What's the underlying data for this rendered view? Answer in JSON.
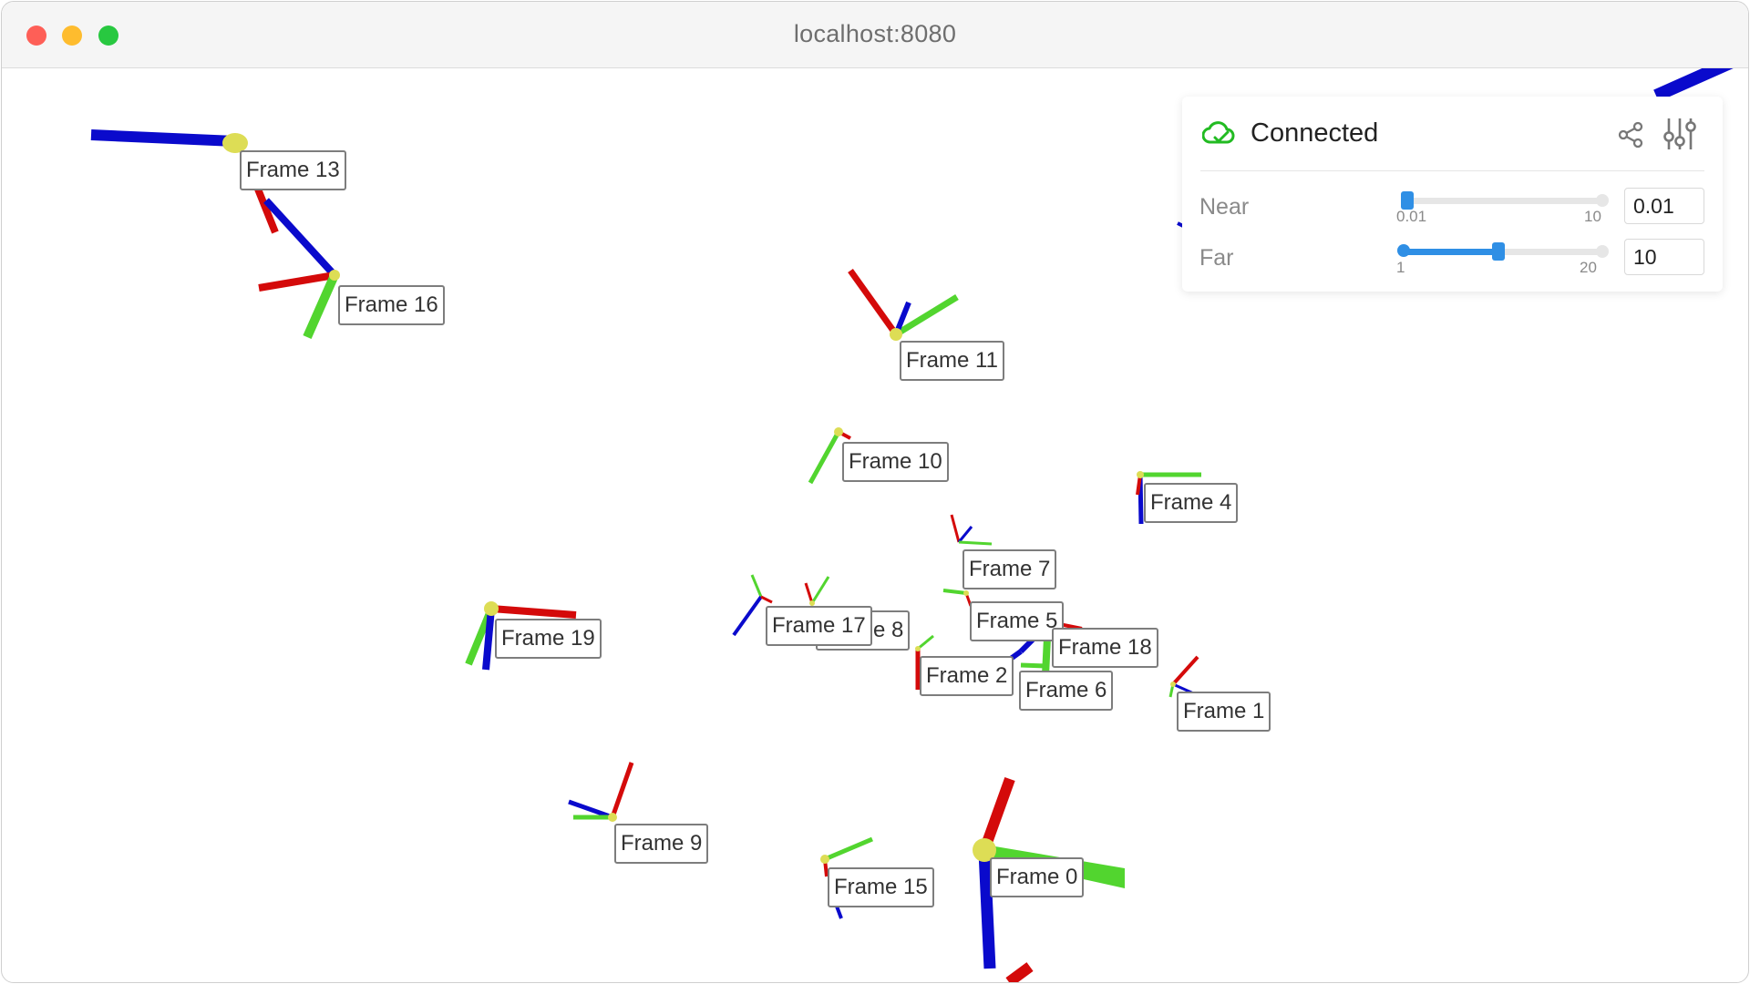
{
  "window": {
    "url": "localhost:8080"
  },
  "colors": {
    "x_axis": "#d40a0a",
    "y_axis": "#52d52f",
    "z_axis": "#0a0acc",
    "origin": "#dddd55",
    "accent": "#2f8fe5",
    "connected": "#22bb22"
  },
  "frames": [
    {
      "label": "Frame 13"
    },
    {
      "label": "Frame 16"
    },
    {
      "label": "Frame 11"
    },
    {
      "label": "Frame 10"
    },
    {
      "label": "Frame 4"
    },
    {
      "label": "Frame 7"
    },
    {
      "label": "Frame 8"
    },
    {
      "label": "Frame 17"
    },
    {
      "label": "Frame 5"
    },
    {
      "label": "Frame 18"
    },
    {
      "label": "Frame 2"
    },
    {
      "label": "Frame 6"
    },
    {
      "label": "Frame 1"
    },
    {
      "label": "Frame 19"
    },
    {
      "label": "Frame 9"
    },
    {
      "label": "Frame 15"
    },
    {
      "label": "Frame 0"
    }
  ],
  "panel": {
    "status": "Connected",
    "status_icon": "cloud-check-icon",
    "share_icon": "share-icon",
    "settings_icon": "sliders-icon",
    "near": {
      "label": "Near",
      "min_label": "0.01",
      "max_label": "10",
      "min": 0.01,
      "max": 10,
      "value": 0.01,
      "input_value": "0.01"
    },
    "far": {
      "label": "Far",
      "min_label": "1",
      "max_label": "20",
      "min": 1,
      "max": 20,
      "value": 10,
      "input_value": "10"
    }
  }
}
